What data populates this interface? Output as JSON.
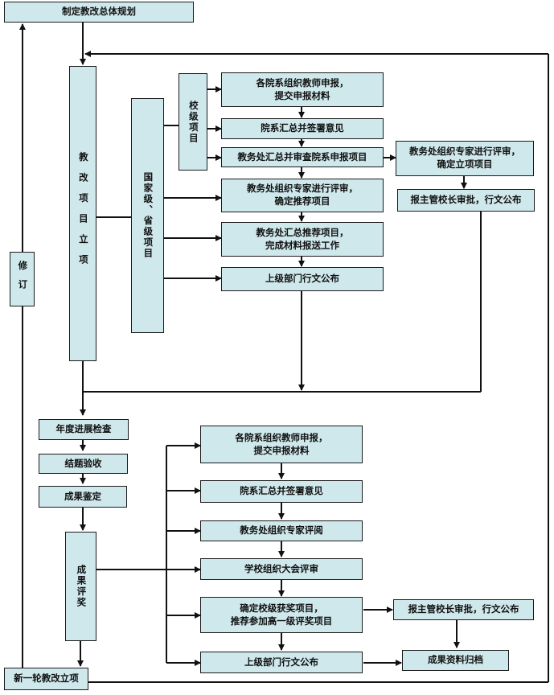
{
  "nodes": {
    "plan": "制定教改总体规划",
    "project_setup": "教改项目立项",
    "revise": "修订",
    "national_provincial": "国家级、省级项目",
    "school_level": "校级项目",
    "apply_top": "各院系组织教师申报，\n提交申报材料",
    "dept_summary_top": "院系汇总并签署意见",
    "office_review_apply": "教务处汇总并审查院系申报项目",
    "expert_review_approve": "教务处组织专家进行评审，\n确定立项项目",
    "principal_approve_top": "报主管校长审批，行文公布",
    "expert_review_recommend": "教务处组织专家进行评审，\n确定推荐项目",
    "office_recommend": "教务处汇总推荐项目，\n完成材料报送工作",
    "superior_publish_top": "上级部门行文公布",
    "annual_check": "年度进展检查",
    "completion_check": "结题验收",
    "achievement_appraisal": "成果鉴定",
    "achievement_award": "成果评奖",
    "apply_bottom": "各院系组织教师申报，\n提交申报材料",
    "dept_summary_bottom": "院系汇总并签署意见",
    "expert_evaluation": "教务处组织专家评阅",
    "school_meeting_review": "学校组织大会评审",
    "award_recommend": "确定校级获奖项目，\n推荐参加高一级评奖项目",
    "principal_approve_bottom": "报主管校长审批，行文公布",
    "superior_publish_bottom": "上级部门行文公布",
    "archive": "成果资料归档",
    "new_round": "新一轮教改立项"
  }
}
